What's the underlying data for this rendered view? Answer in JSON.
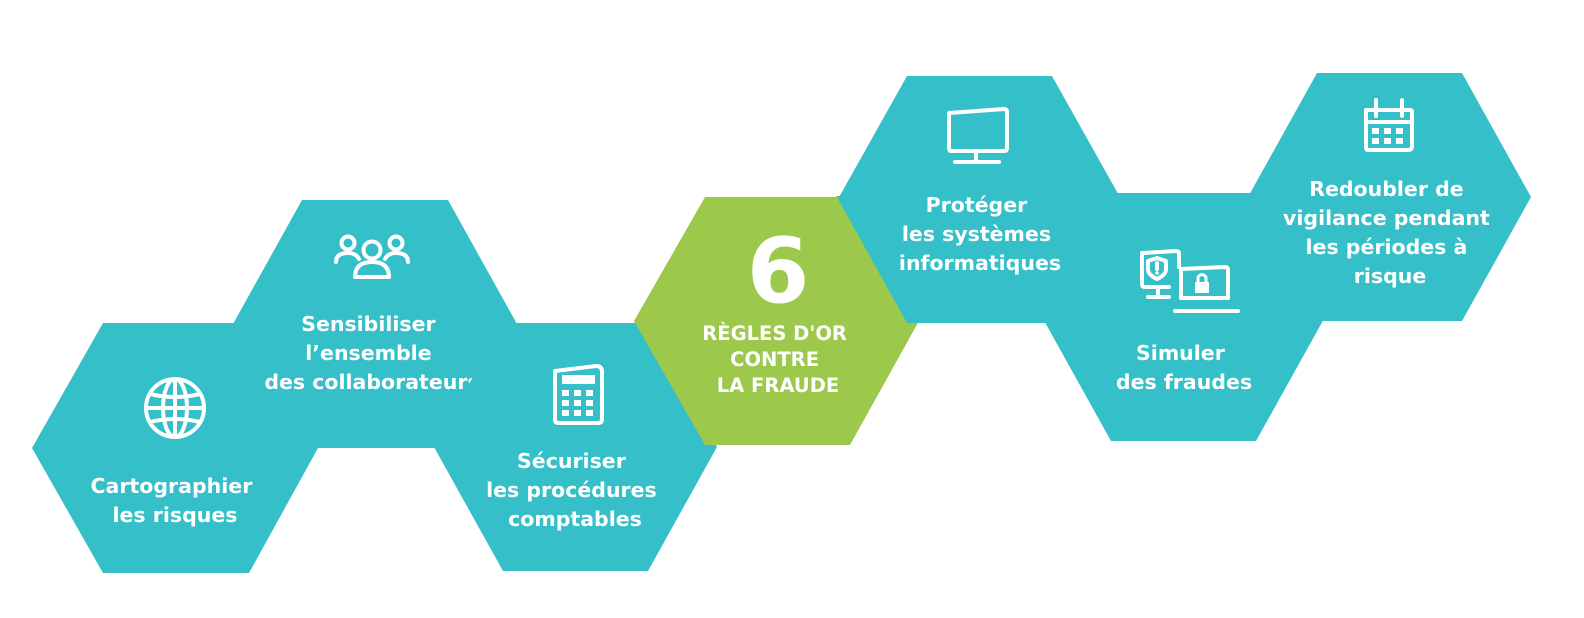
{
  "colors": {
    "teal": "#35bfc8",
    "teal_shadow": "#19a9b3",
    "green": "#9cc84c",
    "green_shadow": "#84b63a",
    "text": "#ffffff"
  },
  "center": {
    "number": "6",
    "lines": [
      "RÈGLES D'OR",
      "CONTRE",
      "LA FRAUDE"
    ]
  },
  "rules": [
    {
      "icon": "globe-icon",
      "lines": [
        "Cartographier",
        "les risques"
      ]
    },
    {
      "icon": "people-icon",
      "lines": [
        "Sensibiliser",
        "l’ensemble",
        "des collaborateurs"
      ]
    },
    {
      "icon": "calculator-icon",
      "lines": [
        "Sécuriser",
        "les procédures",
        "comptables"
      ]
    },
    {
      "icon": "monitor-icon",
      "lines": [
        "Protéger",
        "les systèmes",
        "informatiques"
      ]
    },
    {
      "icon": "secure-computers-icon",
      "lines": [
        "Simuler",
        "des fraudes"
      ]
    },
    {
      "icon": "calendar-icon",
      "lines": [
        "Redoubler de",
        "vigilance pendant",
        "les périodes à",
        "risque"
      ]
    }
  ]
}
